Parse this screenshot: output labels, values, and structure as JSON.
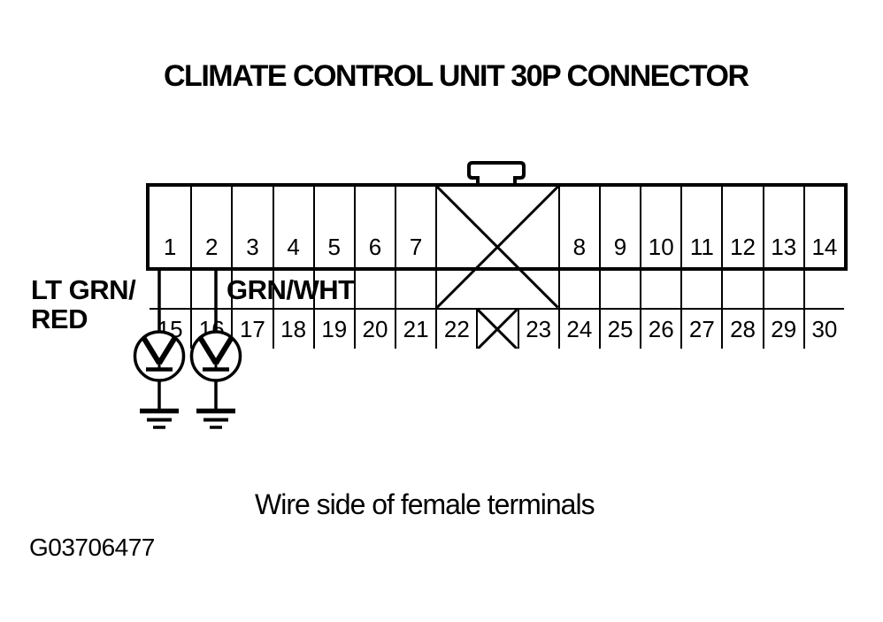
{
  "title": "CLIMATE CONTROL UNIT 30P CONNECTOR",
  "caption": "Wire side of female terminals",
  "figure_id": "G03706477",
  "colors": {
    "ink": "#000000",
    "paper": "#ffffff"
  },
  "connector": {
    "type": "30P",
    "top_row": {
      "left_pins": [
        "1",
        "2",
        "3",
        "4",
        "5",
        "6",
        "7"
      ],
      "blocked_slot": "x-cross (3 slots wide)",
      "right_pins": [
        "8",
        "9",
        "10",
        "11",
        "12",
        "13",
        "14"
      ]
    },
    "bottom_row": {
      "left_pins": [
        "15",
        "16",
        "17",
        "18",
        "19",
        "20",
        "21",
        "22"
      ],
      "blocked_slot": "x-cross (1 slot)",
      "right_pins": [
        "23",
        "24",
        "25",
        "26",
        "27",
        "28",
        "29",
        "30"
      ]
    }
  },
  "wires": [
    {
      "lines": [
        "LT GRN/",
        "RED"
      ],
      "from_pin": "15",
      "terminates": "ground"
    },
    {
      "lines": [
        "GRN/WHT"
      ],
      "from_pin": "16",
      "terminates": "ground"
    }
  ],
  "icons": {
    "connector_tab": "t-shaped-mounting-tab",
    "blocked_cell": "x-cross",
    "ground_terminal": "circle-with-down-arrow-to-bar",
    "earth_ground": "three-stacked-bars"
  }
}
